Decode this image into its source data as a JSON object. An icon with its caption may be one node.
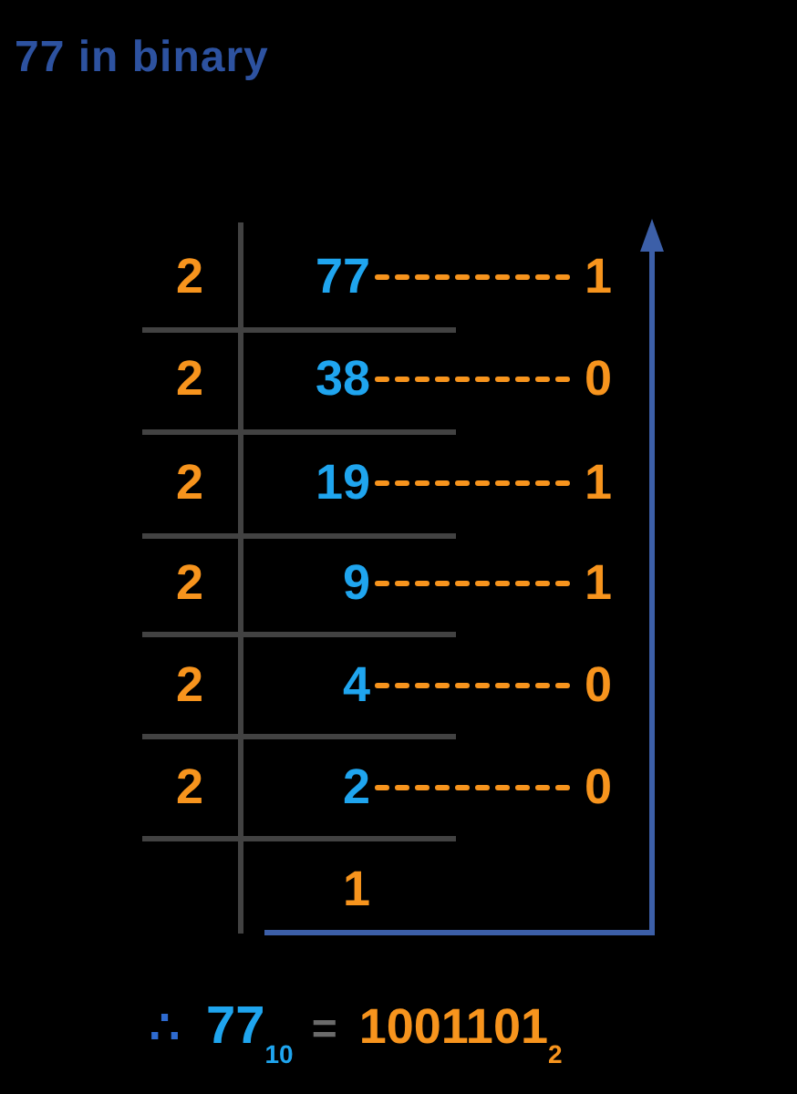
{
  "diagram": {
    "title": "77 in binary",
    "nodes": [
      {
        "text": [
          "77"
        ]
      },
      {
        "text": [
          "1"
        ]
      },
      {
        "text": [
          "38"
        ]
      },
      {
        "text": [
          "0"
        ]
      },
      {
        "text": [
          "19"
        ]
      },
      {
        "text": [
          "1"
        ]
      },
      {
        "text": [
          "9"
        ]
      },
      {
        "text": [
          "1"
        ]
      },
      {
        "text": [
          "4"
        ]
      },
      {
        "text": [
          "0"
        ]
      },
      {
        "text": [
          "2"
        ]
      },
      {
        "text": [
          "0"
        ]
      }
    ],
    "edges": [
      {
        "from": 0,
        "to": 1,
        "arrow": "none",
        "style": "dashed"
      },
      {
        "from": 2,
        "to": 3,
        "arrow": "none",
        "style": "dashed"
      },
      {
        "from": 4,
        "to": 5,
        "arrow": "none",
        "style": "dashed"
      },
      {
        "from": 6,
        "to": 7,
        "arrow": "none",
        "style": "dashed"
      },
      {
        "from": 8,
        "to": 9,
        "arrow": "none",
        "style": "dashed"
      },
      {
        "from": 10,
        "to": 11,
        "arrow": "none",
        "style": "dashed"
      }
    ],
    "labels": [
      "2",
      "2",
      "2",
      "2",
      "2",
      "2",
      "1",
      "∴",
      "77$_{10}$",
      "=",
      "1001101$_{2}$"
    ]
  }
}
